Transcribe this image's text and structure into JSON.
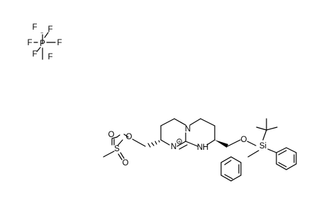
{
  "structure": {
    "counterion": {
      "center": "P",
      "charge": "−",
      "ligands": [
        "F",
        "F",
        "F",
        "F",
        "F",
        "F"
      ]
    },
    "cation_atoms": {
      "ring_n_bridge": "N",
      "ring_n_plus": "N",
      "ring_n_plus_charge": "+",
      "ring_nh": "N",
      "ring_nh_h": "H",
      "ether_o": "O",
      "silicon": "Si",
      "ester_o": "O",
      "sulfur": "S",
      "sulfonyl_o_top": "O",
      "sulfonyl_o_bottom": "O"
    }
  }
}
